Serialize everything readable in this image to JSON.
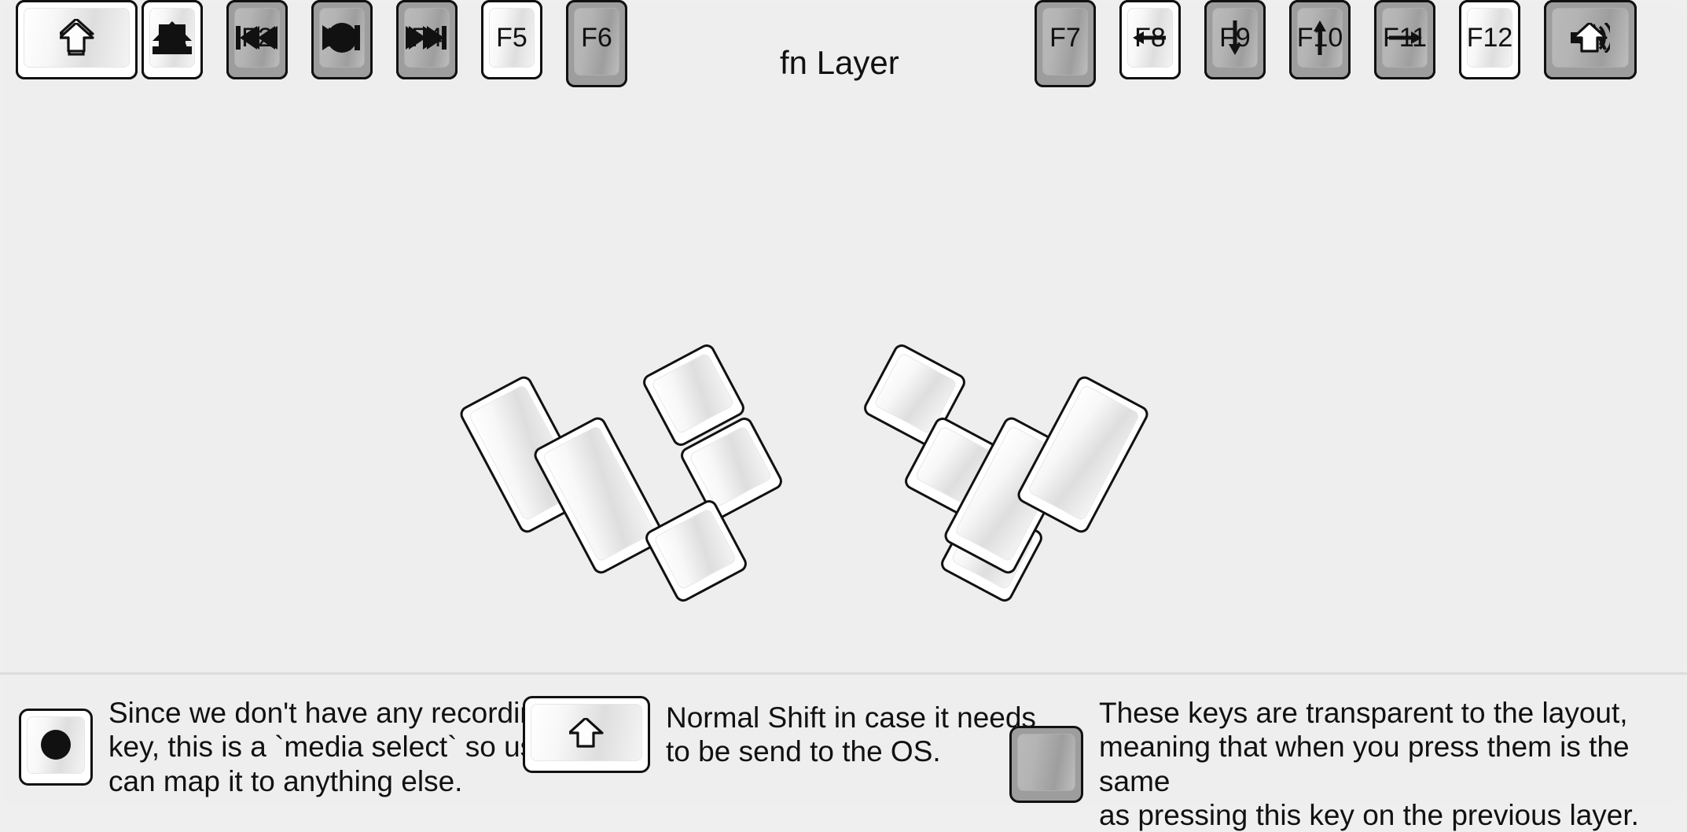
{
  "title": "fn Layer",
  "colors": {
    "background": "#efefef",
    "key_face": "#ffffff",
    "key_outline": "#111111",
    "transparent_key": "#9d9d9d"
  },
  "left_half": {
    "columns": [
      {
        "name": "col-1",
        "keys": [
          {
            "label": "",
            "icon": "blank",
            "type": "normal"
          },
          {
            "label": "",
            "icon": "blank",
            "type": "normal"
          },
          {
            "label": "",
            "icon": "caps-lock",
            "type": "normal"
          },
          {
            "label": "",
            "icon": "shift",
            "type": "normal"
          }
        ]
      },
      {
        "name": "col-2",
        "keys": [
          {
            "label": "F1",
            "icon": "text",
            "type": "normal"
          },
          {
            "label": "",
            "icon": "media-stop",
            "type": "normal"
          },
          {
            "label": "",
            "icon": "media-eject",
            "type": "normal"
          },
          {
            "label": "",
            "icon": "blank",
            "type": "normal"
          },
          {
            "label": "",
            "icon": "blank",
            "type": "normal"
          }
        ]
      },
      {
        "name": "col-3",
        "keys": [
          {
            "label": "F2",
            "icon": "text",
            "type": "normal"
          },
          {
            "label": "",
            "icon": "media-rewind",
            "type": "normal"
          },
          {
            "label": "",
            "icon": "media-prev-track",
            "type": "normal"
          },
          {
            "label": "",
            "icon": "blank",
            "type": "normal"
          },
          {
            "label": "",
            "icon": "blank",
            "type": "transparent"
          }
        ]
      },
      {
        "name": "col-4",
        "keys": [
          {
            "label": "F3",
            "icon": "text",
            "type": "normal"
          },
          {
            "label": "",
            "icon": "media-record",
            "type": "normal"
          },
          {
            "label": "",
            "icon": "media-play-pause",
            "type": "normal"
          },
          {
            "label": "",
            "icon": "blank",
            "type": "normal"
          },
          {
            "label": "",
            "icon": "blank",
            "type": "transparent"
          }
        ]
      },
      {
        "name": "col-5",
        "keys": [
          {
            "label": "F4",
            "icon": "text",
            "type": "normal"
          },
          {
            "label": "",
            "icon": "media-fast-forward",
            "type": "normal"
          },
          {
            "label": "",
            "icon": "media-next-track",
            "type": "normal"
          },
          {
            "label": "",
            "icon": "blank",
            "type": "normal"
          },
          {
            "label": "",
            "icon": "blank",
            "type": "transparent"
          }
        ]
      },
      {
        "name": "col-6",
        "keys": [
          {
            "label": "F5",
            "icon": "text",
            "type": "normal"
          },
          {
            "label": "",
            "icon": "blank",
            "type": "normal"
          },
          {
            "label": "",
            "icon": "blank",
            "type": "normal"
          },
          {
            "label": "",
            "icon": "blank",
            "type": "normal"
          }
        ]
      },
      {
        "name": "col-7",
        "keys": [
          {
            "label": "F6",
            "icon": "text",
            "type": "normal"
          },
          {
            "label": "",
            "icon": "blank",
            "type": "transparent"
          },
          {
            "label": "",
            "icon": "blank",
            "type": "transparent"
          }
        ]
      }
    ]
  },
  "right_half": {
    "columns": [
      {
        "name": "col-1",
        "keys": [
          {
            "label": "F7",
            "icon": "text",
            "type": "normal"
          },
          {
            "label": "",
            "icon": "blank",
            "type": "transparent"
          },
          {
            "label": "",
            "icon": "blank",
            "type": "transparent"
          }
        ]
      },
      {
        "name": "col-2",
        "keys": [
          {
            "label": "F8",
            "icon": "text",
            "type": "normal"
          },
          {
            "label": "",
            "icon": "blank",
            "type": "normal"
          },
          {
            "label": "",
            "icon": "arrow-left",
            "type": "normal"
          },
          {
            "label": "",
            "icon": "blank",
            "type": "normal"
          }
        ]
      },
      {
        "name": "col-3",
        "keys": [
          {
            "label": "F9",
            "icon": "text",
            "type": "normal"
          },
          {
            "label": "",
            "icon": "blank",
            "type": "normal"
          },
          {
            "label": "",
            "icon": "arrow-down",
            "type": "normal"
          },
          {
            "label": "",
            "icon": "blank",
            "type": "normal"
          },
          {
            "label": "",
            "icon": "blank",
            "type": "transparent"
          }
        ]
      },
      {
        "name": "col-4",
        "keys": [
          {
            "label": "F10",
            "icon": "text",
            "type": "normal"
          },
          {
            "label": "",
            "icon": "blank",
            "type": "normal"
          },
          {
            "label": "",
            "icon": "arrow-up",
            "type": "normal"
          },
          {
            "label": "",
            "icon": "blank",
            "type": "normal"
          },
          {
            "label": "",
            "icon": "blank",
            "type": "transparent"
          }
        ]
      },
      {
        "name": "col-5",
        "keys": [
          {
            "label": "F11",
            "icon": "text",
            "type": "normal"
          },
          {
            "label": "",
            "icon": "blank",
            "type": "normal"
          },
          {
            "label": "",
            "icon": "arrow-right",
            "type": "normal"
          },
          {
            "label": "",
            "icon": "blank",
            "type": "normal"
          },
          {
            "label": "",
            "icon": "blank",
            "type": "transparent"
          }
        ]
      },
      {
        "name": "col-6",
        "keys": [
          {
            "label": "F12",
            "icon": "text",
            "type": "normal"
          },
          {
            "label": "",
            "icon": "blank",
            "type": "normal"
          },
          {
            "label": "",
            "icon": "blank",
            "type": "normal"
          },
          {
            "label": "",
            "icon": "blank",
            "type": "normal"
          },
          {
            "label": "",
            "icon": "blank",
            "type": "normal"
          }
        ]
      },
      {
        "name": "col-7",
        "keys": [
          {
            "label": "",
            "icon": "volume-up",
            "type": "normal"
          },
          {
            "label": "",
            "icon": "volume-down",
            "type": "normal"
          },
          {
            "label": "",
            "icon": "volume-mute",
            "type": "normal"
          },
          {
            "label": "",
            "icon": "shift",
            "type": "normal"
          },
          {
            "label": "",
            "icon": "blank",
            "type": "transparent"
          }
        ]
      }
    ]
  },
  "left_thumb": {
    "keys": [
      {
        "label": "",
        "icon": "blank",
        "type": "normal",
        "size": "2u"
      },
      {
        "label": "",
        "icon": "blank",
        "type": "normal",
        "size": "2u"
      },
      {
        "label": "",
        "icon": "blank",
        "type": "normal",
        "size": "1u"
      },
      {
        "label": "",
        "icon": "blank",
        "type": "normal",
        "size": "1u"
      },
      {
        "label": "",
        "icon": "blank",
        "type": "normal",
        "size": "1u"
      }
    ]
  },
  "right_thumb": {
    "keys": [
      {
        "label": "",
        "icon": "blank",
        "type": "normal",
        "size": "1u"
      },
      {
        "label": "",
        "icon": "blank",
        "type": "normal",
        "size": "1u"
      },
      {
        "label": "",
        "icon": "blank",
        "type": "normal",
        "size": "1u"
      },
      {
        "label": "",
        "icon": "blank",
        "type": "normal",
        "size": "2u"
      },
      {
        "label": "",
        "icon": "blank",
        "type": "normal",
        "size": "2u"
      }
    ]
  },
  "legend": [
    {
      "icon": "media-record",
      "key_type": "normal",
      "text": "Since we don't have any recording\nkey, this is a `media select` so user\ncan map it to anything else."
    },
    {
      "icon": "shift",
      "key_type": "normal",
      "text": "Normal Shift in case it needs\nto be send to the OS."
    },
    {
      "icon": "blank",
      "key_type": "transparent",
      "text": "These keys are transparent to the layout,\nmeaning that when you press them is the same\nas pressing this key on the previous layer."
    }
  ]
}
